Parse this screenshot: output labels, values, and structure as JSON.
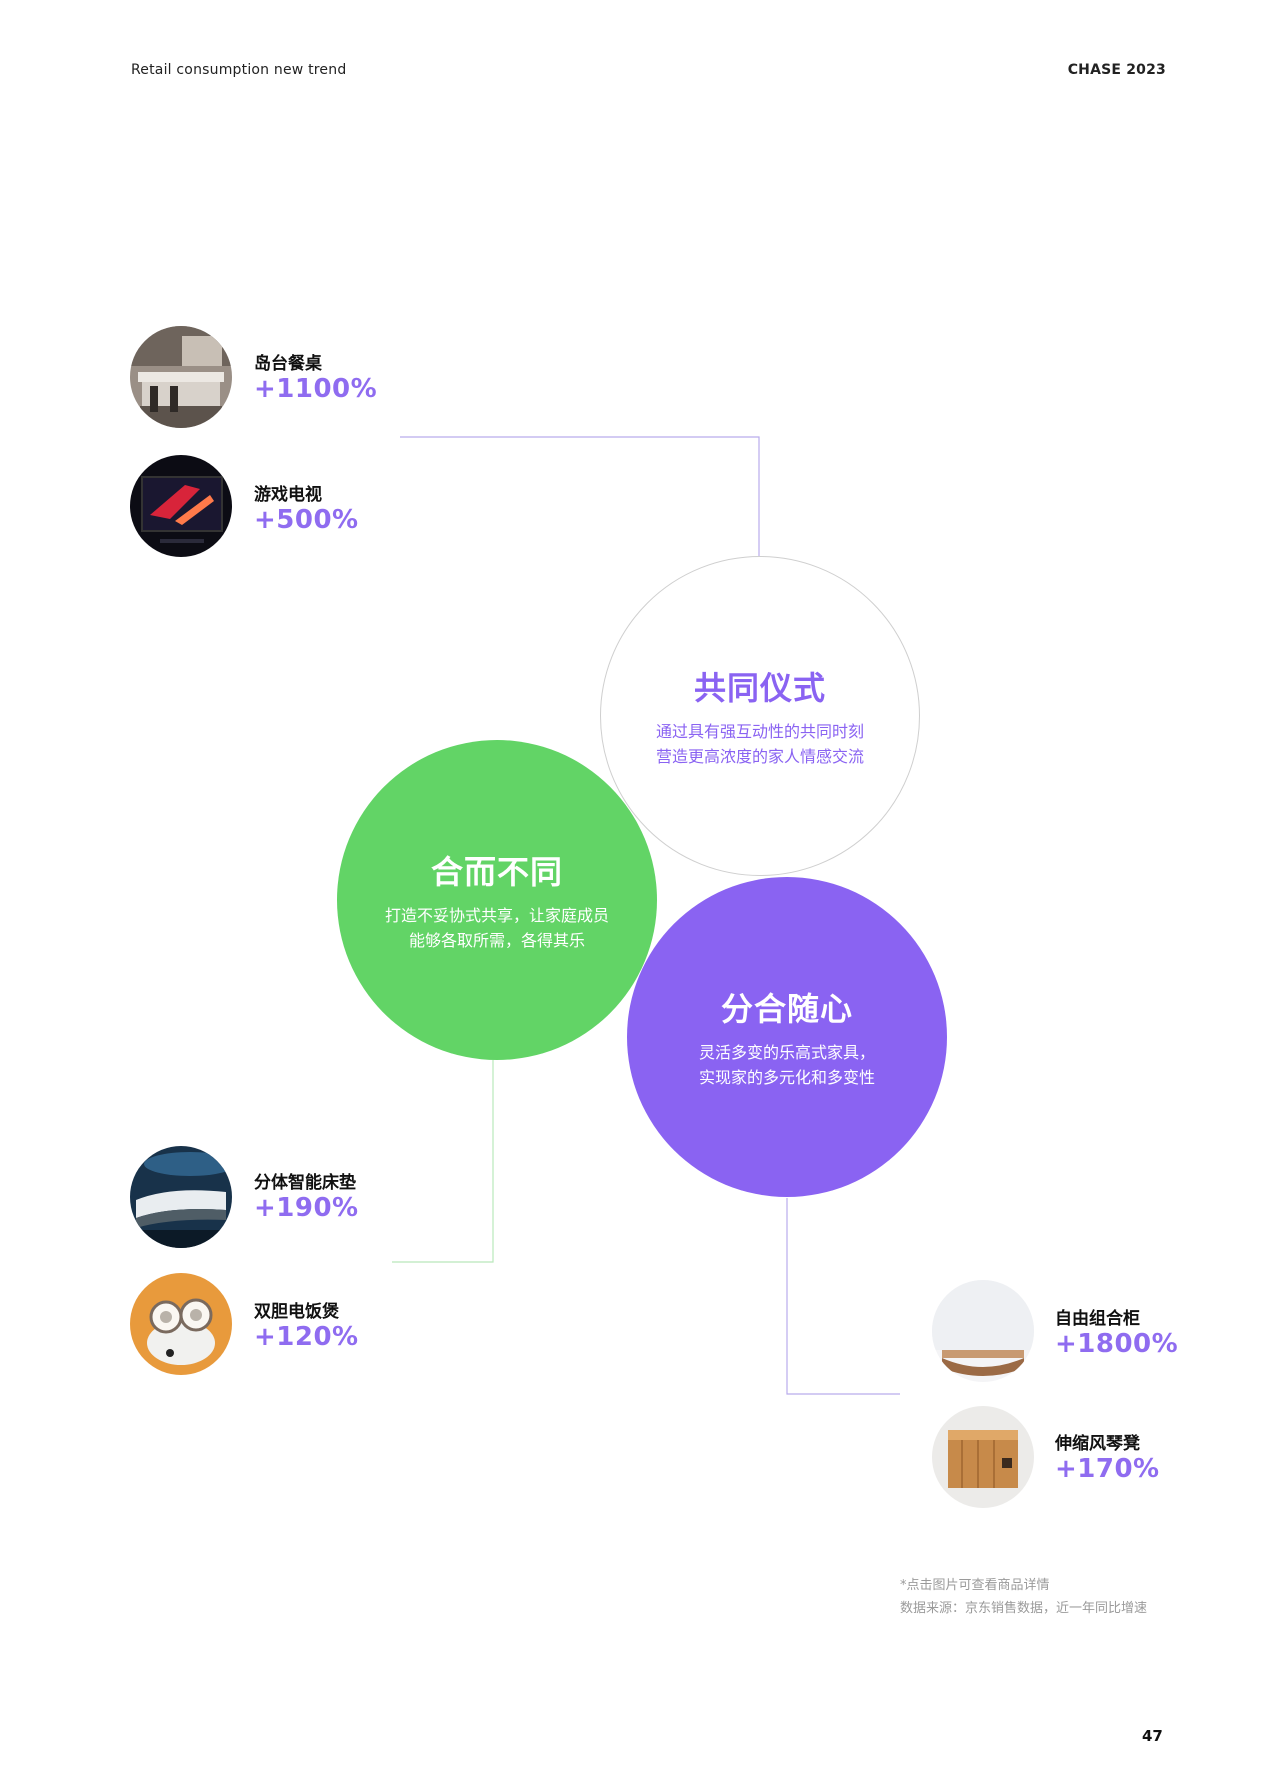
{
  "header": {
    "left": "Retail consumption new trend",
    "right": "CHASE 2023"
  },
  "colors": {
    "purple": "#8a63f2",
    "green": "#62d466",
    "value": "#8f6cf0"
  },
  "circles": [
    {
      "title": "共同仪式",
      "desc1": "通过具有强互动性的共同时刻",
      "desc2": "营造更高浓度的家人情感交流"
    },
    {
      "title": "合而不同",
      "desc1": "打造不妥协式共享，让家庭成员",
      "desc2": "能够各取所需，各得其乐"
    },
    {
      "title": "分合随心",
      "desc1": "灵活多变的乐高式家具，",
      "desc2": "实现家的多元化和多变性"
    }
  ],
  "products": [
    {
      "name": "岛台餐桌",
      "value": "+1100%",
      "icon": "island-table-photo"
    },
    {
      "name": "游戏电视",
      "value": "+500%",
      "icon": "gaming-tv-photo"
    },
    {
      "name": "分体智能床垫",
      "value": "+190%",
      "icon": "smart-mattress-photo"
    },
    {
      "name": "双胆电饭煲",
      "value": "+120%",
      "icon": "rice-cooker-photo"
    },
    {
      "name": "自由组合柜",
      "value": "+1800%",
      "icon": "cabinet-photo"
    },
    {
      "name": "伸缩风琴凳",
      "value": "+170%",
      "icon": "organ-stool-photo"
    }
  ],
  "footnote": {
    "line1": "*点击图片可查看商品详情",
    "line2": "数据来源：京东销售数据，近一年同比增速"
  },
  "page_number": "47"
}
